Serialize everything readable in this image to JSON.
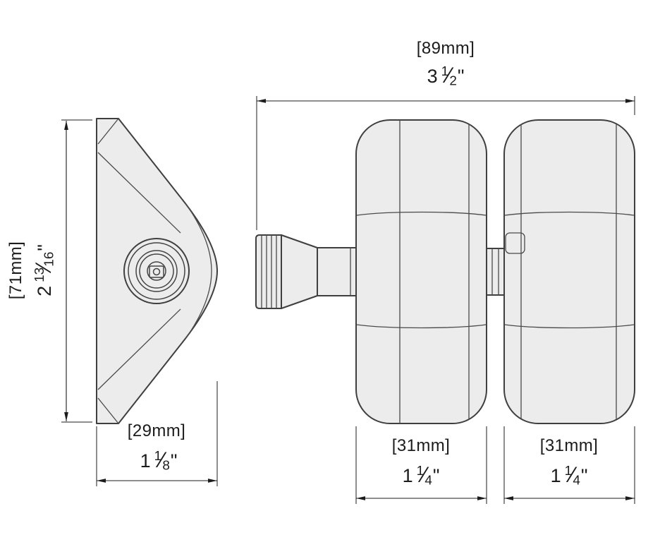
{
  "style": {
    "background": "#ffffff",
    "part_fill": "#ececec",
    "line_color": "#3f3f3f",
    "dimension_color": "#1c1c1c"
  },
  "glyphs": {
    "fraction_slash": "⁄",
    "inch_mark": "\""
  },
  "dimensions": {
    "top_width": {
      "mm": "[89mm]",
      "whole": "3",
      "num": "1",
      "den": "2"
    },
    "side_height": {
      "mm": "[71mm]",
      "whole": "2",
      "num": "13",
      "den": "16"
    },
    "side_depth": {
      "mm": "[29mm]",
      "whole": "1",
      "num": "1",
      "den": "8"
    },
    "left_wheel_width": {
      "mm": "[31mm]",
      "whole": "1",
      "num": "1",
      "den": "4"
    },
    "right_wheel_width": {
      "mm": "[31mm]",
      "whole": "1",
      "num": "1",
      "den": "4"
    }
  }
}
